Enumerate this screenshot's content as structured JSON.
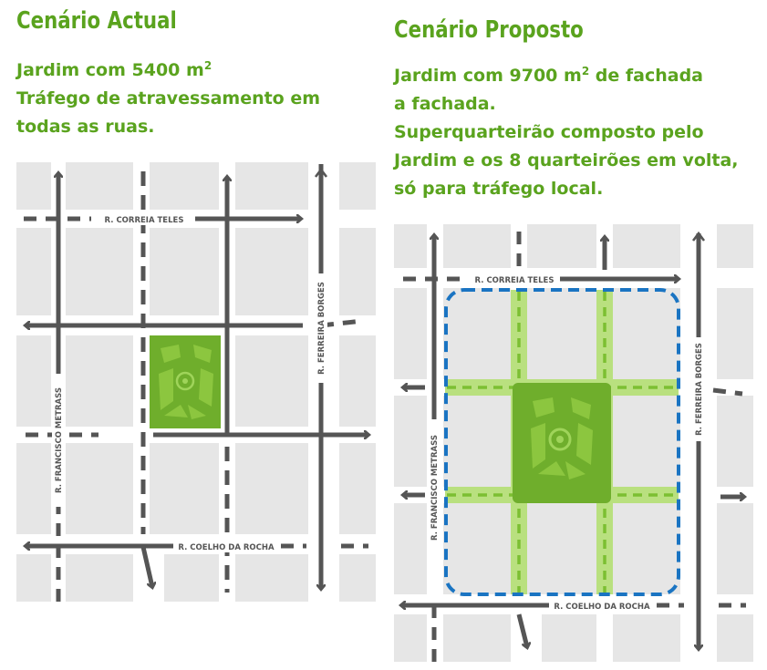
{
  "current": {
    "title": "Cenário Actual",
    "line1_pre": "Jardim com 5400 m",
    "line1_sup": "2",
    "line2": "Tráfego de atravessamento em",
    "line3": "todas as ruas.",
    "streets": {
      "correia": "R. CORREIA TELES",
      "ferreira": "R. FERREIRA BORGES",
      "francisco": "R. FRANCISCO METRASS",
      "coelho": "R. COELHO DA ROCHA"
    }
  },
  "proposed": {
    "title": "Cenário Proposto",
    "line1_pre": "Jardim com 9700 m",
    "line1_sup": "2",
    "line1_post": " de fachada",
    "line2": "a fachada.",
    "line3": "Superquarteirão composto pelo",
    "line4": "Jardim e os 8 quarteirões em volta,",
    "line5": "só para tráfego local.",
    "streets": {
      "correia": "R. CORREIA TELES",
      "ferreira": "R. FERREIRA BORGES",
      "francisco": "R. FRANCISCO METRASS",
      "coelho": "R. COELHO DA ROCHA"
    }
  },
  "colors": {
    "title_green": "#5aa31e",
    "block_gray": "#e6e6e6",
    "arrow_gray": "#555555",
    "garden_green": "#6fae2c",
    "local_street_green": "#b9e07f",
    "superblock_blue": "#1a74c2"
  }
}
